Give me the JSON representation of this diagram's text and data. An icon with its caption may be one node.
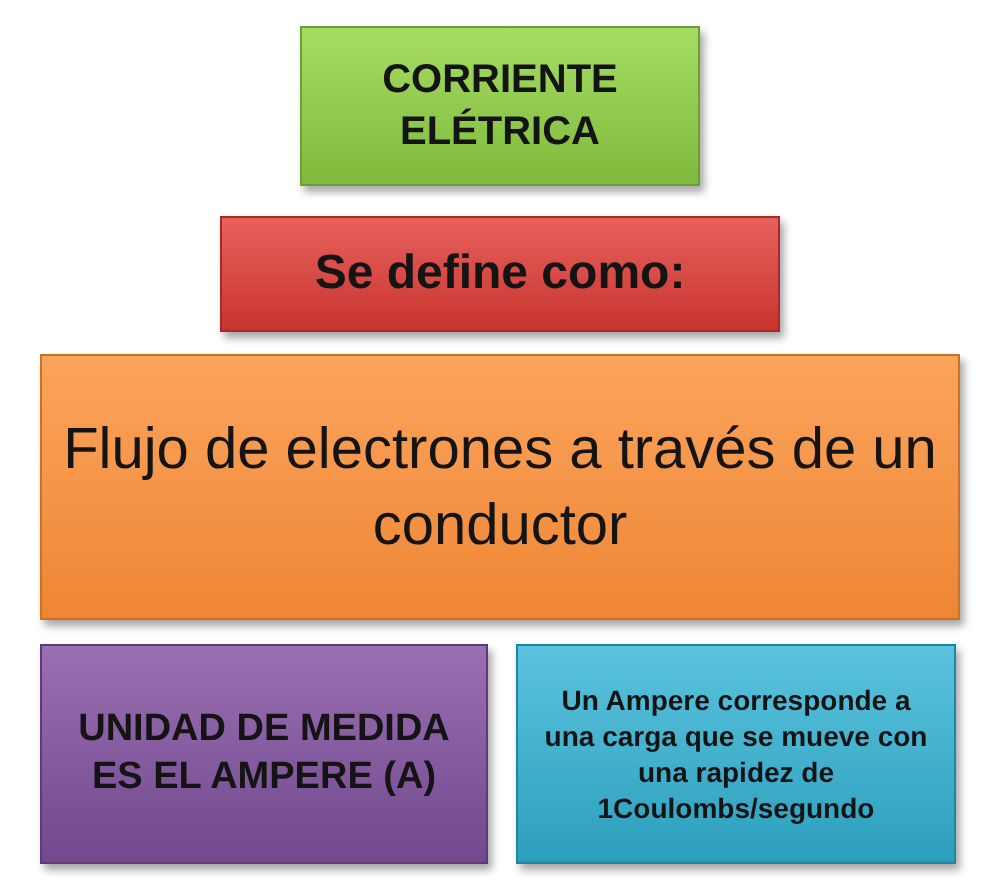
{
  "diagram": {
    "nodes": [
      {
        "text": [
          "CORRIENTE ELÉTRICA"
        ]
      },
      {
        "text": [
          "Se define como:"
        ]
      },
      {
        "text": [
          "Flujo de electrones a través de un conductor"
        ]
      },
      {
        "text": [
          "UNIDAD DE MEDIDA ES EL AMPERE (A)"
        ]
      },
      {
        "text": [
          "Un Ampere corresponde a una carga que se mueve con una rapidez de 1Coulombs/segundo"
        ]
      }
    ]
  }
}
